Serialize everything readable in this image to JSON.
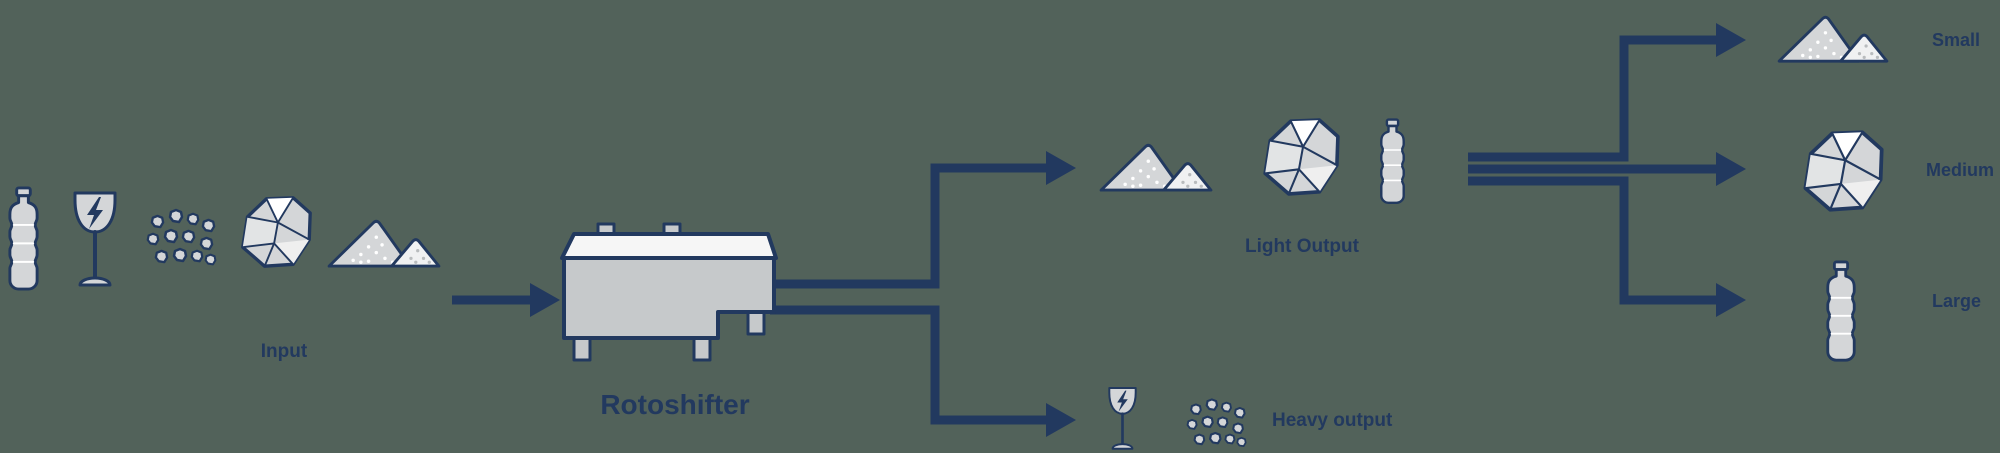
{
  "colors": {
    "background": "#52625a",
    "navy": "#22395f",
    "icon_fill": "#d4d6d8",
    "icon_fill_light": "#f0f1f2",
    "machine_fill": "#c6c9cb",
    "lid_fill": "#f6f6f6"
  },
  "diagram": {
    "input": {
      "label": "Input",
      "items": [
        "plastic-bottle",
        "broken-glass",
        "granules",
        "plastic-film",
        "sand"
      ]
    },
    "machine": {
      "label": "Rotoshifter"
    },
    "light_output": {
      "label": "Light Output",
      "items": [
        "sand",
        "plastic-film",
        "plastic-bottle"
      ]
    },
    "heavy_output": {
      "label": "Heavy output",
      "items": [
        "broken-glass",
        "granules"
      ]
    },
    "size_split": [
      {
        "label": "Small",
        "item": "sand"
      },
      {
        "label": "Medium",
        "item": "plastic-film"
      },
      {
        "label": "Large",
        "item": "plastic-bottle"
      }
    ]
  },
  "icons": {
    "plastic-bottle-icon": "ribbed plastic bottle with cap",
    "broken-glass-icon": "wine glass with lightning crack",
    "granules-icon": "cluster of small granules",
    "plastic-film-icon": "crumpled plastic film sheet",
    "sand-pile-icon": "two speckled sand mounds",
    "rotoshifter-machine-icon": "rotoshifter separator machine",
    "arrow-icon": "navy flow arrow"
  }
}
